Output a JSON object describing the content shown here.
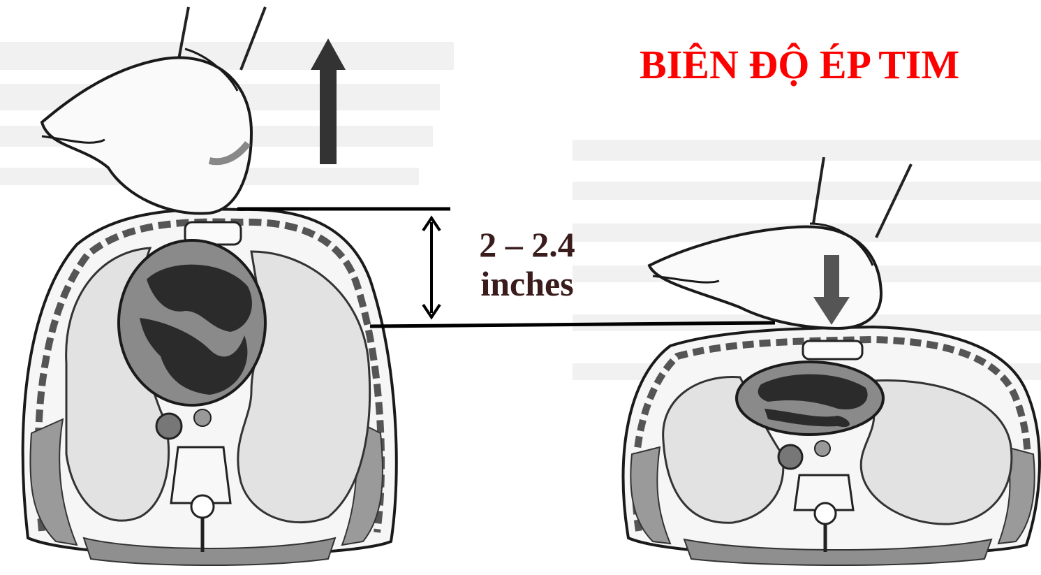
{
  "title": "BIÊN ĐỘ ÉP TIM",
  "measurement": {
    "value": "2 – 2.4",
    "unit": "inches"
  },
  "colors": {
    "title": "#ff0000",
    "measure_text": "#3a1c1c",
    "line": "#000000",
    "lung_fill": "#e2e2e2",
    "heart_fill": "#8a8a8a",
    "heart_chamber": "#2b2b2b",
    "muscle_fill": "#9a9a9a"
  },
  "icons": {
    "up_arrow": "arrow-up-icon",
    "down_arrow": "arrow-down-icon",
    "double_arrow": "double-arrow-icon"
  }
}
